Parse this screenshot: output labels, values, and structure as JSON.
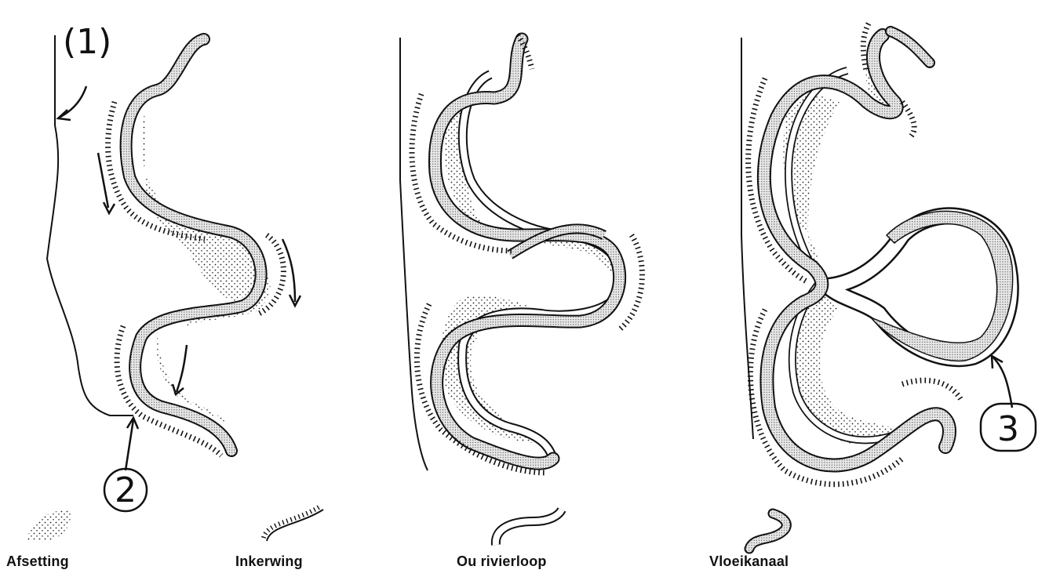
{
  "markers": {
    "m1": "(1)",
    "m2": "2",
    "m3": "3"
  },
  "legend": {
    "deposition": "Afsetting",
    "erosion": "Inkerwing",
    "old_course": "Ou rivierloop",
    "channel": "Vloeikanaal"
  }
}
